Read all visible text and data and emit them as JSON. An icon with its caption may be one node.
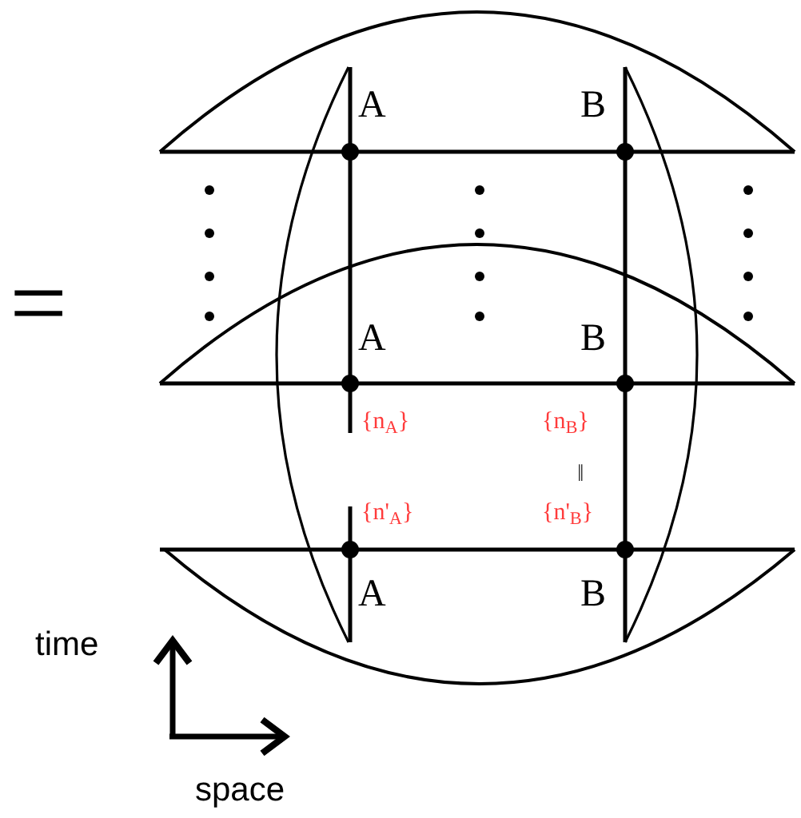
{
  "diagram": {
    "labels": [
      "=",
      "A",
      "B",
      "A",
      "B",
      "{n$_{A}$}",
      "{n$_{B}$}",
      "‖",
      "{n'$_{A}$}",
      "{n'$_{B}$}",
      "A",
      "B",
      "time",
      "space"
    ]
  }
}
